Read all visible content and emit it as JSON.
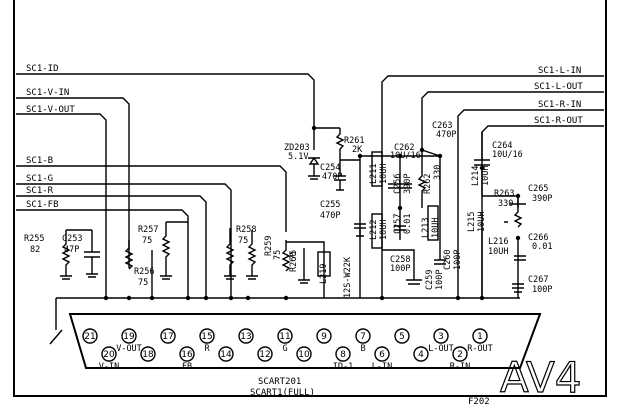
{
  "signals": {
    "sc1_id": "SC1-ID",
    "sc1_v_in": "SC1-V-IN",
    "sc1_v_out": "SC1-V-OUT",
    "sc1_b": "SC1-B",
    "sc1_g": "SC1-G",
    "sc1_r": "SC1-R",
    "sc1_fb": "SC1-FB",
    "sc1_l_in": "SC1-L-IN",
    "sc1_l_out": "SC1-L-OUT",
    "sc1_r_in": "SC1-R-IN",
    "sc1_r_out": "SC1-R-OUT"
  },
  "components": {
    "zd203": "ZD203",
    "zd203_val": "5.1V",
    "r261": "R261",
    "r261_val": "2K",
    "c254": "C254",
    "c254_val": "470P",
    "c255": "C255",
    "c255_val": "470P",
    "c262": "C262",
    "c262_val": "10U/16",
    "c263": "C263",
    "c263_val": "470P",
    "c264": "C264",
    "c264_val": "10U/16",
    "c265": "C265",
    "c265_val": "390P",
    "c266": "C266",
    "c266_val": "0.01",
    "c267": "C267",
    "c267_val": "100P",
    "r263": "R263",
    "r263_val": "330",
    "l216": "L216",
    "l216_val": "10UH",
    "c258": "C258",
    "c258_val": "100P",
    "l211": "L211",
    "l211_val": "10UH",
    "l212": "L212",
    "l212_val": "10UH",
    "c256": "C256",
    "c256_val": "390P",
    "c257": "C257",
    "c257_val": "0.01",
    "r262": "R262",
    "r262_val": "330",
    "l213": "L213",
    "l213_val": "10UH",
    "c259": "C259",
    "c259_val": "100P",
    "c260": "C260",
    "c260_val": "100P",
    "l215": "L215",
    "l215_val": "10UH",
    "l214": "L214",
    "l214_val": "10UH",
    "r255": "R255",
    "r255_val": "82",
    "c253": "C253",
    "c253_val": "47P",
    "r256": "R256",
    "r256_val": "75",
    "r257": "R257",
    "r257_val": "75",
    "r258": "R258",
    "r258_val": "75",
    "r259": "R259",
    "r259_val": "75",
    "r260": "R260",
    "r260_val": "75",
    "l219": "L219",
    "l219_val": "12S-W22K"
  },
  "connector": {
    "top_pins": [
      "21",
      "19",
      "17",
      "15",
      "13",
      "11",
      "9",
      "7",
      "5",
      "3",
      "1"
    ],
    "bottom_pins": [
      "20",
      "18",
      "16",
      "14",
      "12",
      "10",
      "8",
      "6",
      "4",
      "2"
    ],
    "top_labels": {
      "19": "V-OUT",
      "15": "R",
      "11": "G",
      "7": "B",
      "3": "L-OUT",
      "1": "R-OUT"
    },
    "bottom_labels": {
      "20": "V-IN",
      "16": "FB",
      "8": "ID-1",
      "6": "L-IN",
      "2": "R-IN"
    },
    "name": "SCART201",
    "subname": "SCART1(FULL)"
  },
  "block_label": "AV4",
  "ref": "F202"
}
